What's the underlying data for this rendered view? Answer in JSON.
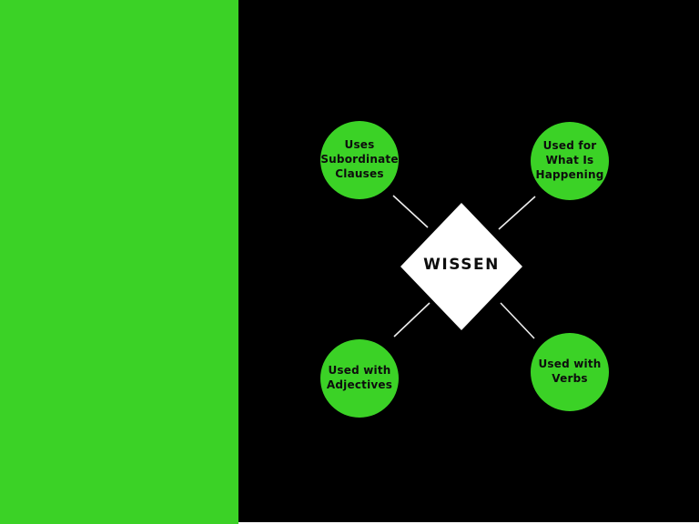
{
  "diagram": {
    "title_term": "WISSEN",
    "center": {
      "label": "WISSEN",
      "shape": "diamond",
      "fill": "#ffffff"
    },
    "nodes": [
      {
        "id": "top-left",
        "label": "Uses\nSubordinate\nClauses"
      },
      {
        "id": "top-right",
        "label": "Used for\nWhat Is\nHappening"
      },
      {
        "id": "bottom-left",
        "label": "Used with\nAdjectives"
      },
      {
        "id": "bottom-right",
        "label": "Used with\nVerbs"
      }
    ]
  },
  "colors": {
    "accent_green": "#3bd226",
    "background_black": "#000000",
    "diamond_white": "#ffffff",
    "connector_line": "#ededed",
    "text_black": "#0d0d0d",
    "page_white": "#ffffff"
  }
}
